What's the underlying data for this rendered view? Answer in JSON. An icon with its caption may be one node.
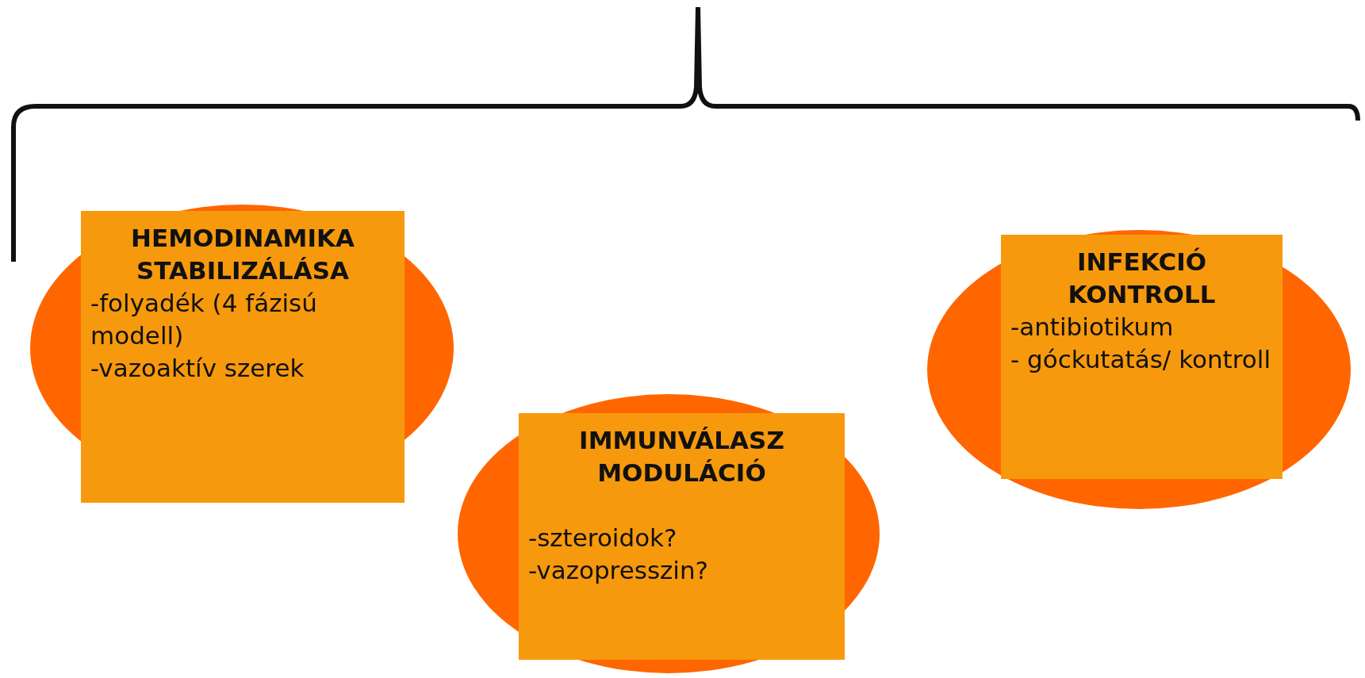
{
  "diagram": {
    "nodes": [
      {
        "text": [
          "HEMODINAMIKA STABILIZÁLÁSA",
          "-folyadék (4 fázisú modell)",
          "-vazoaktív szerek"
        ]
      },
      {
        "text": [
          "IMMUNVÁLASZ MODULÁCIÓ",
          "-szteroidok?",
          "-vazopresszin?"
        ]
      },
      {
        "text": [
          "INFEKCIÓ KONTROLL",
          "-antibiotikum",
          "- góckutatás/ kontroll"
        ]
      }
    ],
    "edges": []
  }
}
